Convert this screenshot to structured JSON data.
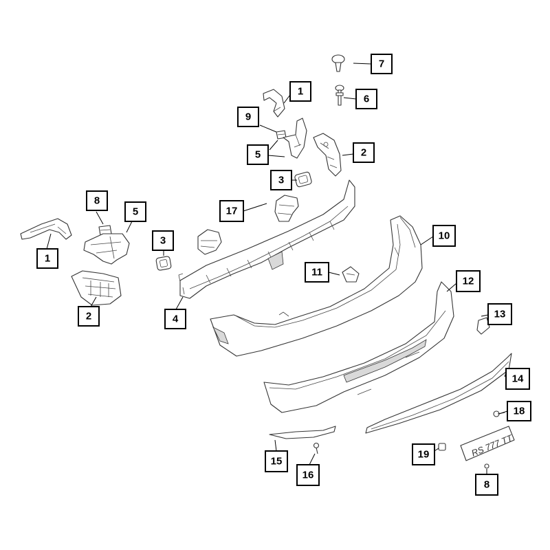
{
  "callouts": [
    {
      "id": "c1a",
      "label": "1"
    },
    {
      "id": "c1b",
      "label": "1"
    },
    {
      "id": "c2a",
      "label": "2"
    },
    {
      "id": "c2b",
      "label": "2"
    },
    {
      "id": "c3a",
      "label": "3"
    },
    {
      "id": "c3b",
      "label": "3"
    },
    {
      "id": "c4",
      "label": "4"
    },
    {
      "id": "c5a",
      "label": "5"
    },
    {
      "id": "c5b",
      "label": "5"
    },
    {
      "id": "c6",
      "label": "6"
    },
    {
      "id": "c7",
      "label": "7"
    },
    {
      "id": "c8a",
      "label": "8"
    },
    {
      "id": "c8b",
      "label": "8"
    },
    {
      "id": "c9",
      "label": "9"
    },
    {
      "id": "c10",
      "label": "10"
    },
    {
      "id": "c11",
      "label": "11"
    },
    {
      "id": "c12",
      "label": "12"
    },
    {
      "id": "c13",
      "label": "13"
    },
    {
      "id": "c14",
      "label": "14"
    },
    {
      "id": "c15",
      "label": "15"
    },
    {
      "id": "c16",
      "label": "16"
    },
    {
      "id": "c17",
      "label": "17"
    },
    {
      "id": "c18",
      "label": "18"
    },
    {
      "id": "c19",
      "label": "19"
    }
  ],
  "license_plate": {
    "text": "RS 777 TT"
  }
}
